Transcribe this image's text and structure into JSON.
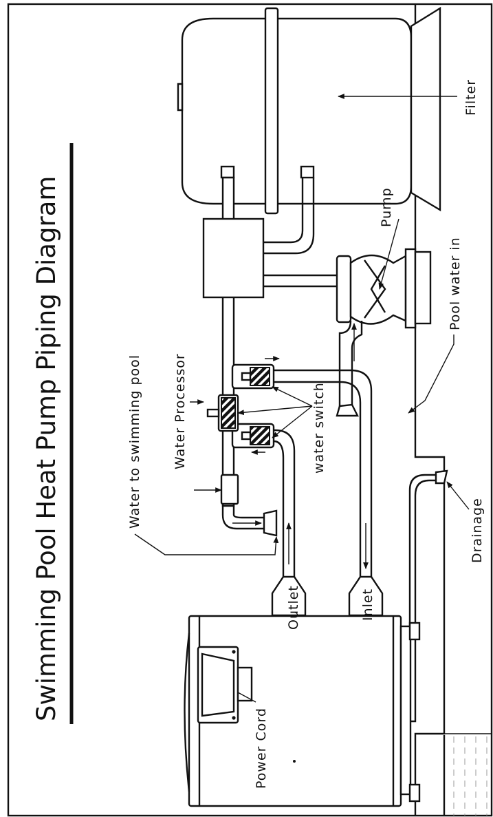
{
  "title": "Swimming Pool Heat Pump Piping Diagram",
  "labels": {
    "filter": "Filter",
    "pump": "Pump",
    "pool_water_in": "Pool water in",
    "water_to_pool": "Water to swimming pool",
    "water_processor": "Water Processor",
    "water_switch": "water switch",
    "drainage": "Drainage",
    "outlet": "Outlet",
    "inlet": "Inlet",
    "power_cord": "Power Cord"
  }
}
